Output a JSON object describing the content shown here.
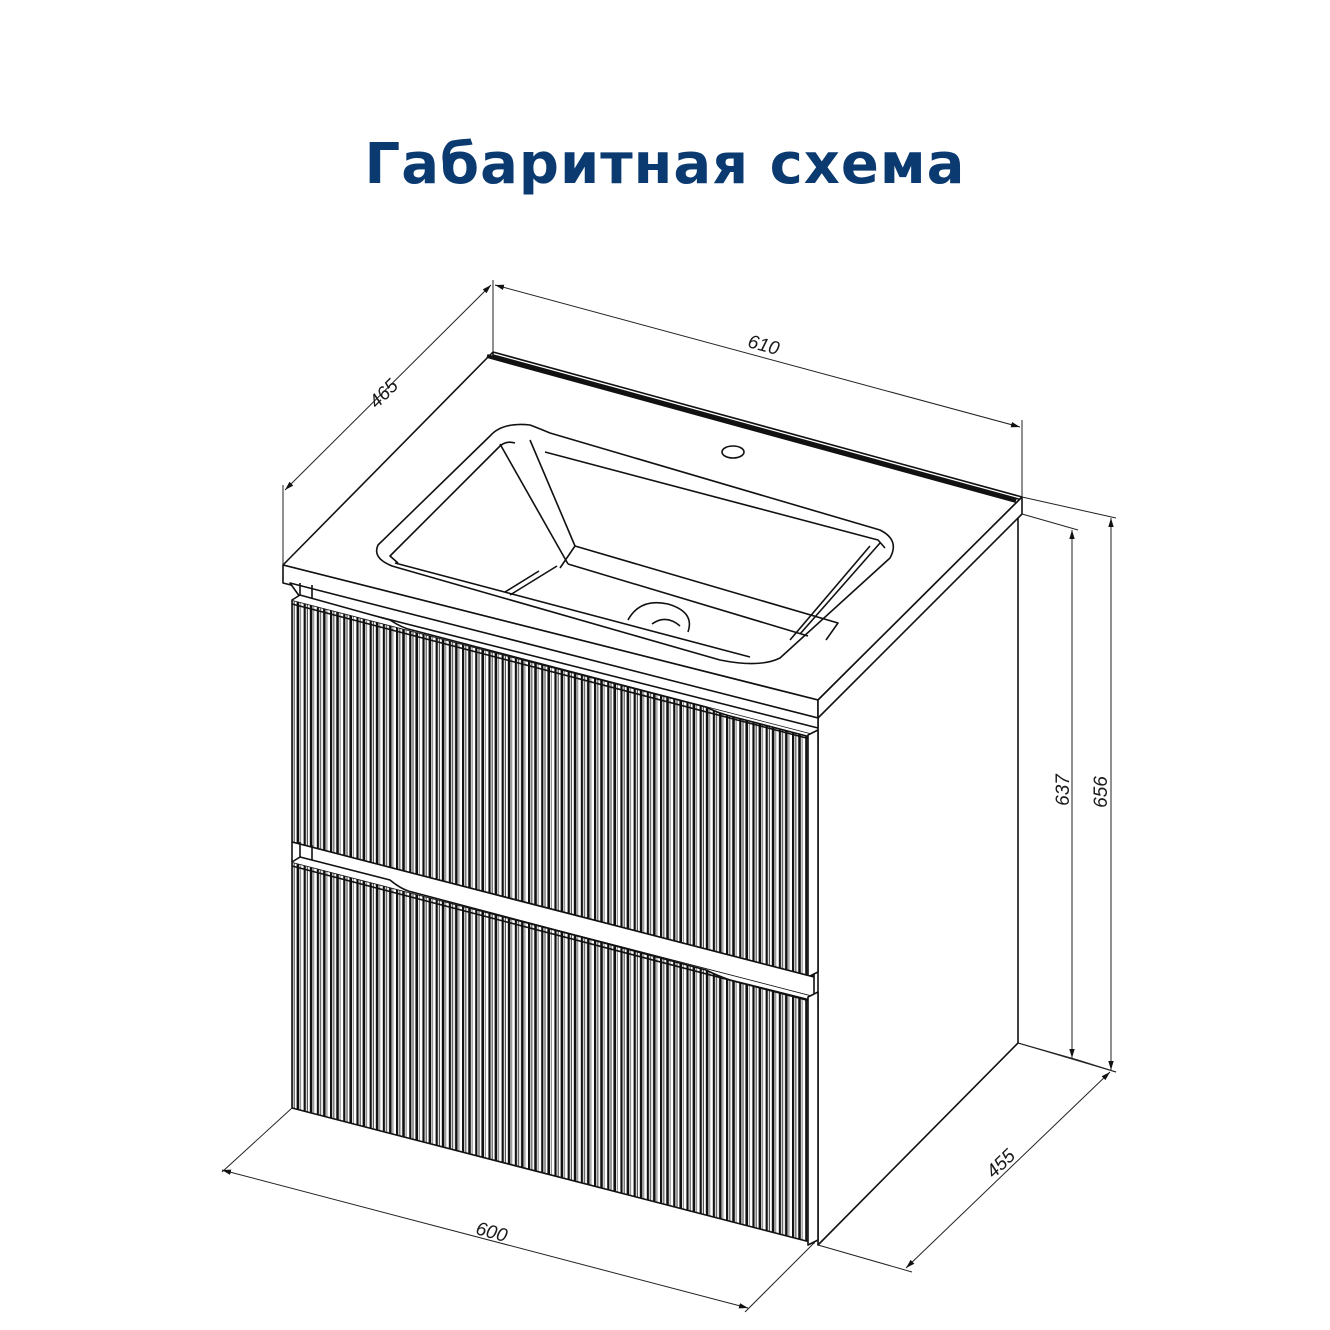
{
  "title": "Габаритная схема",
  "colors": {
    "title": "#0a3a70",
    "lines": "#111111",
    "background": "#ffffff"
  },
  "product": {
    "type": "bathroom vanity cabinet with sink",
    "drawers": 2,
    "front_style": "vertical fluted panels"
  },
  "dimensions": {
    "countertop_depth": "465",
    "countertop_width": "610",
    "cabinet_height": "637",
    "total_height": "656",
    "cabinet_depth": "455",
    "cabinet_width": "600"
  },
  "units": "mm"
}
